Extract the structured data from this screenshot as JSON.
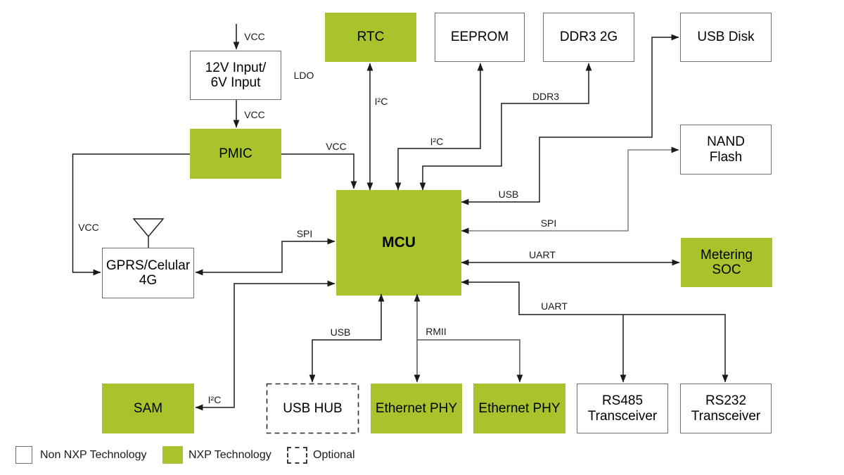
{
  "diagram": {
    "colors": {
      "nxp_green": "#a8c32c",
      "line_black": "#1a1a1a",
      "line_gray": "#808080",
      "line_dark_gray": "#565656",
      "box_border": "#6e6e6e"
    },
    "nodes": {
      "power_input": {
        "label": "12V Input/\n6V Input",
        "type": "non_nxp"
      },
      "rtc": {
        "label": "RTC",
        "type": "nxp"
      },
      "eeprom": {
        "label": "EEPROM",
        "type": "non_nxp"
      },
      "ddr3_2g": {
        "label": "DDR3 2G",
        "type": "non_nxp"
      },
      "usb_disk": {
        "label": "USB Disk",
        "type": "non_nxp"
      },
      "pmic": {
        "label": "PMIC",
        "type": "nxp"
      },
      "nand_flash": {
        "label": "NAND\nFlash",
        "type": "non_nxp"
      },
      "mcu": {
        "label": "MCU",
        "type": "nxp"
      },
      "gprs_cellular": {
        "label": "GPRS/Celular\n4G",
        "type": "non_nxp"
      },
      "metering_soc": {
        "label": "Metering\nSOC",
        "type": "nxp"
      },
      "sam": {
        "label": "SAM",
        "type": "nxp"
      },
      "usb_hub": {
        "label": "USB HUB",
        "type": "optional"
      },
      "ethernet_phy_1": {
        "label": "Ethernet PHY",
        "type": "nxp"
      },
      "ethernet_phy_2": {
        "label": "Ethernet PHY",
        "type": "nxp"
      },
      "rs485_transceiver": {
        "label": "RS485\nTransceiver",
        "type": "non_nxp"
      },
      "rs232_transceiver": {
        "label": "RS232\nTransceiver",
        "type": "non_nxp"
      }
    },
    "connection_labels": {
      "vcc_input": "VCC",
      "ldo": "LDO",
      "vcc_pmic_in": "VCC",
      "vcc_pmic_out": "VCC",
      "vcc_gprs": "VCC",
      "i2c_rtc": "I²C",
      "i2c_eeprom": "I²C",
      "ddr3": "DDR3",
      "usb_disk": "USB",
      "spi_nand": "SPI",
      "uart_metering": "UART",
      "uart_bottom": "UART",
      "spi_gprs": "SPI",
      "i2c_sam": "I²C",
      "usb_hub": "USB",
      "rmii": "RMII"
    },
    "legend": {
      "non_nxp": "Non NXP Technology",
      "nxp": "NXP Technology",
      "optional": "Optional"
    }
  }
}
